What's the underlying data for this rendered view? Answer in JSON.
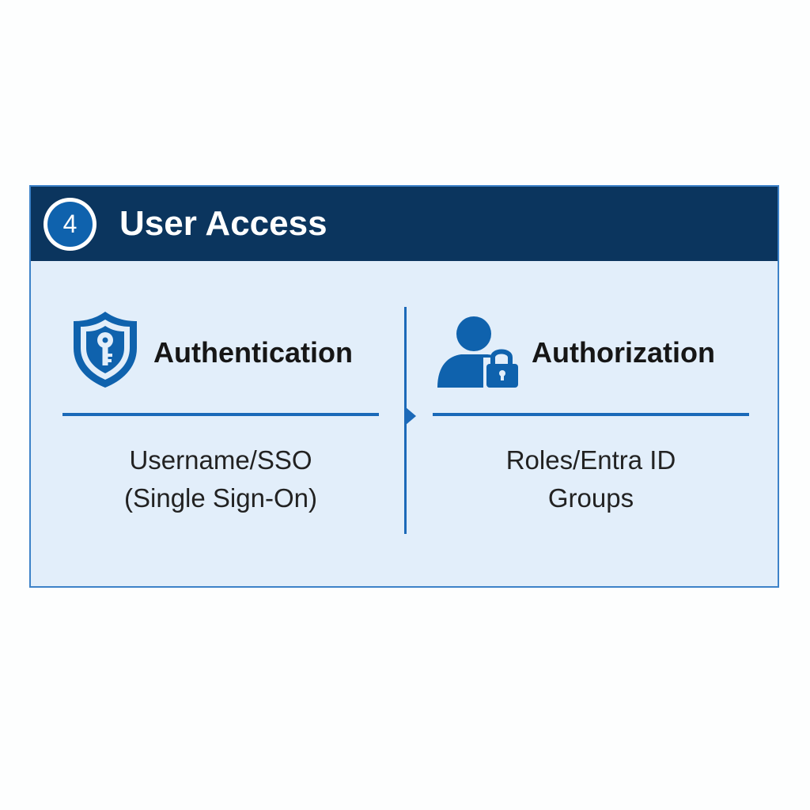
{
  "header": {
    "step_number": "4",
    "title": "User Access"
  },
  "columns": [
    {
      "heading": "Authentication",
      "icon": "shield-key-icon",
      "description_lines": [
        "Username/SSO",
        "(Single Sign-On)"
      ]
    },
    {
      "heading": "Authorization",
      "icon": "user-lock-icon",
      "description_lines": [
        "Roles/Entra ID",
        "Groups"
      ]
    }
  ],
  "colors": {
    "header_background": "#0b355e",
    "card_background": "#e2eefa",
    "accent_blue": "#1a69b8",
    "icon_blue": "#0f62ad"
  }
}
